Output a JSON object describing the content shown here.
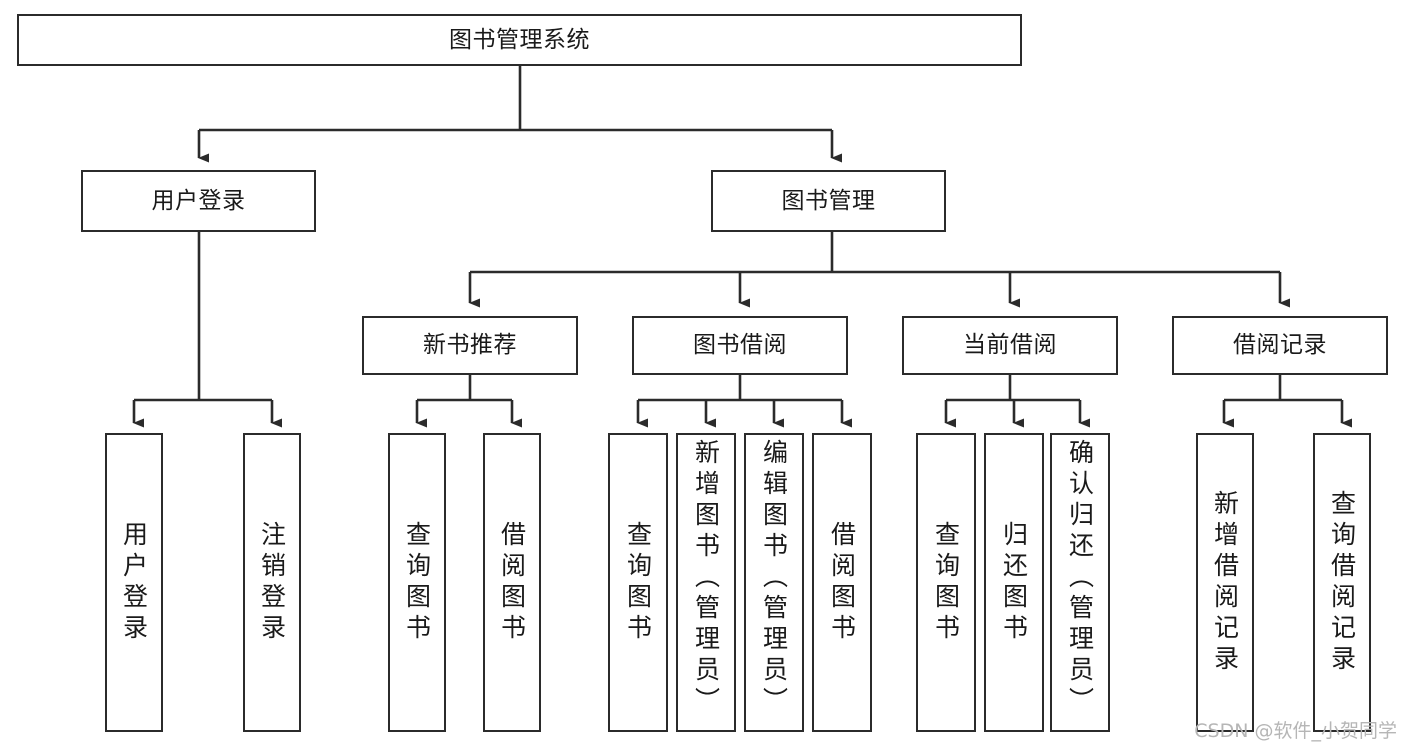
{
  "diagram": {
    "title": "图书管理系统",
    "type": "tree-hierarchy",
    "watermark": "CSDN @软件_小贺同学",
    "colors": {
      "box_border": "#2b2b2b",
      "box_fill": "#ffffff",
      "connector": "#2b2b2b",
      "text": "#1a1a1a",
      "watermark": "#b6b6b6"
    },
    "root": {
      "label": "图书管理系统"
    },
    "level2": [
      {
        "label": "用户登录"
      },
      {
        "label": "图书管理"
      }
    ],
    "level3": [
      {
        "label": "新书推荐"
      },
      {
        "label": "图书借阅"
      },
      {
        "label": "当前借阅"
      },
      {
        "label": "借阅记录"
      }
    ],
    "leaves": {
      "user_login": [
        {
          "label": "用户登录"
        },
        {
          "label": "注销登录"
        }
      ],
      "new_book_recommend": [
        {
          "label": "查询图书"
        },
        {
          "label": "借阅图书"
        }
      ],
      "book_borrow": [
        {
          "label": "查询图书"
        },
        {
          "label": "新增图书（管理员）"
        },
        {
          "label": "编辑图书（管理员）"
        },
        {
          "label": "借阅图书"
        }
      ],
      "current_borrow": [
        {
          "label": "查询图书"
        },
        {
          "label": "归还图书"
        },
        {
          "label": "确认归还（管理员）"
        }
      ],
      "borrow_record": [
        {
          "label": "新增借阅记录"
        },
        {
          "label": "查询借阅记录"
        }
      ]
    }
  }
}
